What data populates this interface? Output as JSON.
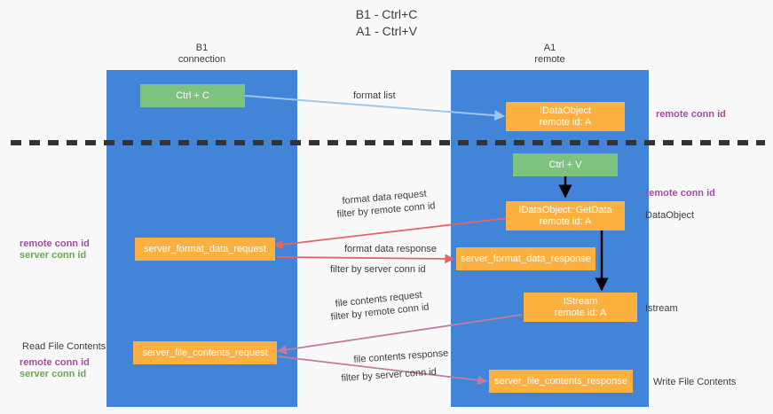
{
  "title_lines": [
    "B1 - Ctrl+C",
    "A1 - Ctrl+V"
  ],
  "colors": {
    "lane": "#4285d8",
    "green_box": "#7dc37f",
    "orange_box": "#fbb040",
    "remote_conn_id": "#a64ca6",
    "server_conn_id": "#6aa84f",
    "arrow_blue": "#9fc5e8",
    "arrow_red": "#e06666",
    "arrow_magenta": "#c27ba0",
    "arrow_black": "#000000",
    "divider": "#333333"
  },
  "columns": [
    {
      "name": "B1",
      "sub": "connection"
    },
    {
      "name": "A1",
      "sub": "remote"
    }
  ],
  "boxes": {
    "ctrl_c": "Ctrl + C",
    "ctrl_v": "Ctrl + V",
    "idataobject": {
      "line1": "IDataObject",
      "line2": "remote id: A"
    },
    "getdata": {
      "line1": "IDataObject::GetData",
      "line2": "remote id: A"
    },
    "istream": {
      "line1": "IStream",
      "line2": "remote id: A"
    },
    "server_format_data_request": "server_format_data_request",
    "server_format_data_response": "server_format_data_response",
    "server_file_contents_request": "server_file_contents_request",
    "server_file_contents_response": "server_file_contents_response"
  },
  "arrow_labels": {
    "format_list": "format list",
    "format_data_request": "format data request",
    "format_data_request_filter_prefix": "filter by ",
    "format_data_request_filter_key": "remote conn id",
    "format_data_response": "format data response",
    "format_data_response_filter_prefix": "filter by ",
    "format_data_response_filter_key": "server conn id",
    "file_contents_request": "file contents request",
    "file_contents_request_filter_prefix": "filter by ",
    "file_contents_request_filter_key": "remote conn id",
    "file_contents_response": "file contents response",
    "file_contents_response_filter_prefix": "filter by ",
    "file_contents_response_filter_key": "server conn id"
  },
  "right_labels": {
    "remote_conn_id_top": "remote conn id",
    "remote_conn_id_mid": "remote conn id",
    "dataobject": "DataObject",
    "istream": "Istream",
    "write_file_contents": "Write File Contents"
  },
  "left_labels": {
    "remote_conn_id_mid": "remote conn id",
    "server_conn_id_mid": "server conn id",
    "read_file_contents": "Read File Contents",
    "remote_conn_id_low": "remote conn id",
    "server_conn_id_low": "server conn id"
  }
}
